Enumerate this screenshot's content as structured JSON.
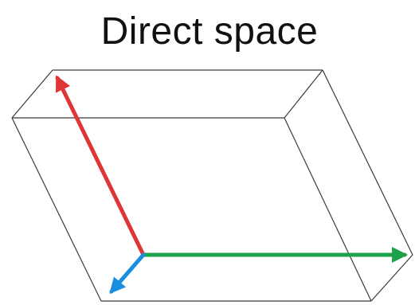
{
  "title": "Direct space",
  "colors": {
    "edges": "#3a3a3a",
    "vector_a": "#e03535",
    "vector_b": "#1fa04a",
    "vector_c": "#1a8fe0"
  },
  "vectors": [
    "red-axis",
    "green-axis",
    "blue-axis"
  ]
}
